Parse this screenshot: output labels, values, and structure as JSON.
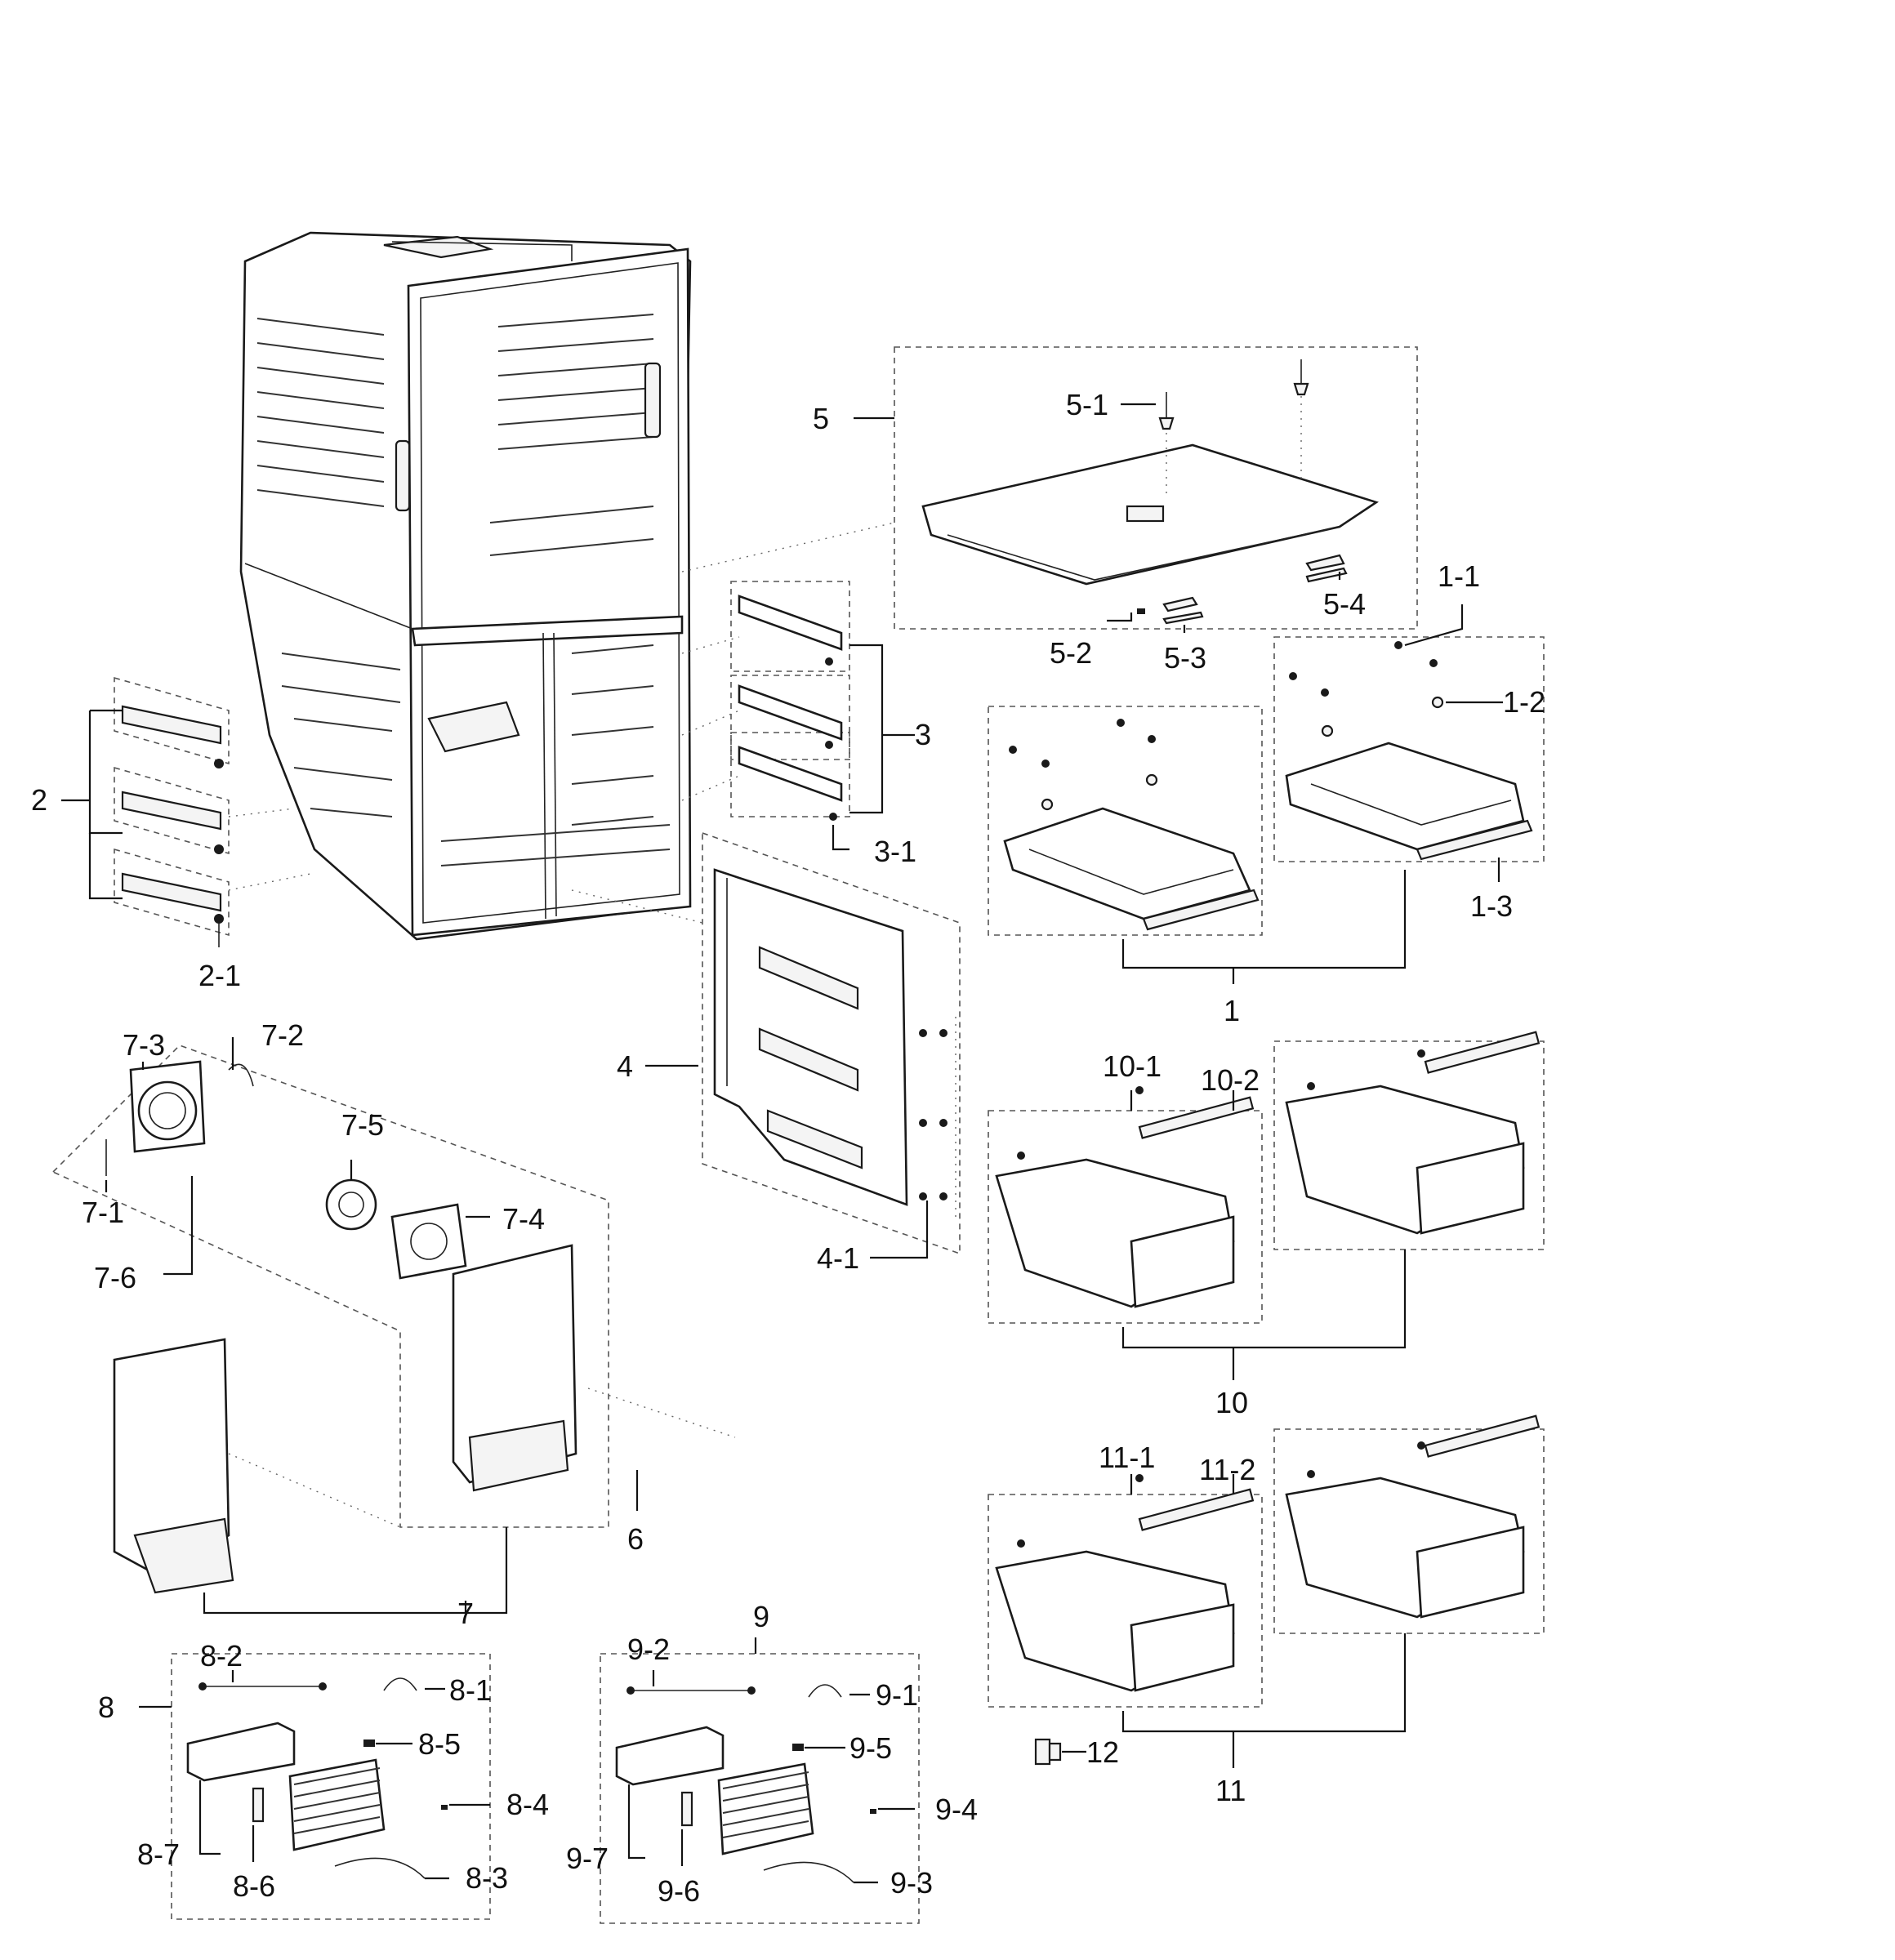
{
  "callouts": {
    "c1": "1",
    "c1_1": "1-1",
    "c1_2": "1-2",
    "c1_3": "1-3",
    "c2": "2",
    "c2_1": "2-1",
    "c3": "3",
    "c3_1": "3-1",
    "c4": "4",
    "c4_1": "4-1",
    "c5": "5",
    "c5_1": "5-1",
    "c5_2": "5-2",
    "c5_3": "5-3",
    "c5_4": "5-4",
    "c6": "6",
    "c7": "7",
    "c7_1": "7-1",
    "c7_2": "7-2",
    "c7_3": "7-3",
    "c7_4": "7-4",
    "c7_5": "7-5",
    "c7_6": "7-6",
    "c8": "8",
    "c8_1": "8-1",
    "c8_2": "8-2",
    "c8_3": "8-3",
    "c8_4": "8-4",
    "c8_5": "8-5",
    "c8_6": "8-6",
    "c8_7": "8-7",
    "c9": "9",
    "c9_1": "9-1",
    "c9_2": "9-2",
    "c9_3": "9-3",
    "c9_4": "9-4",
    "c9_5": "9-5",
    "c9_6": "9-6",
    "c9_7": "9-7",
    "c10": "10",
    "c10_1": "10-1",
    "c10_2": "10-2",
    "c11": "11",
    "c11_1": "11-1",
    "c11_2": "11-2",
    "c12": "12"
  }
}
